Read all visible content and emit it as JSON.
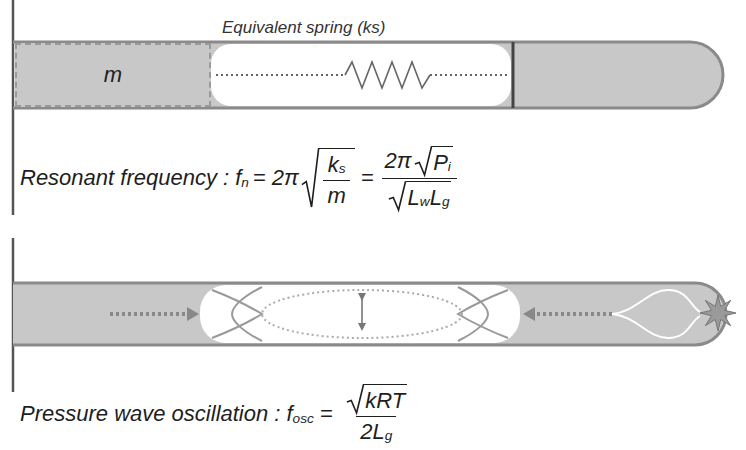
{
  "diagram": {
    "nodes": [
      {
        "text": [
          "m"
        ]
      }
    ],
    "labels": [
      "Equivalent spring (ks)",
      "Resonant frequency :",
      "f",
      "n",
      "= 2π",
      "k",
      "s",
      "m",
      "=",
      "2π",
      "P",
      "i",
      "L",
      "w",
      "L",
      "g",
      "Pressure wave oscillation :",
      "f",
      "osc",
      "=",
      "kRT",
      "2",
      "L",
      "g"
    ]
  }
}
